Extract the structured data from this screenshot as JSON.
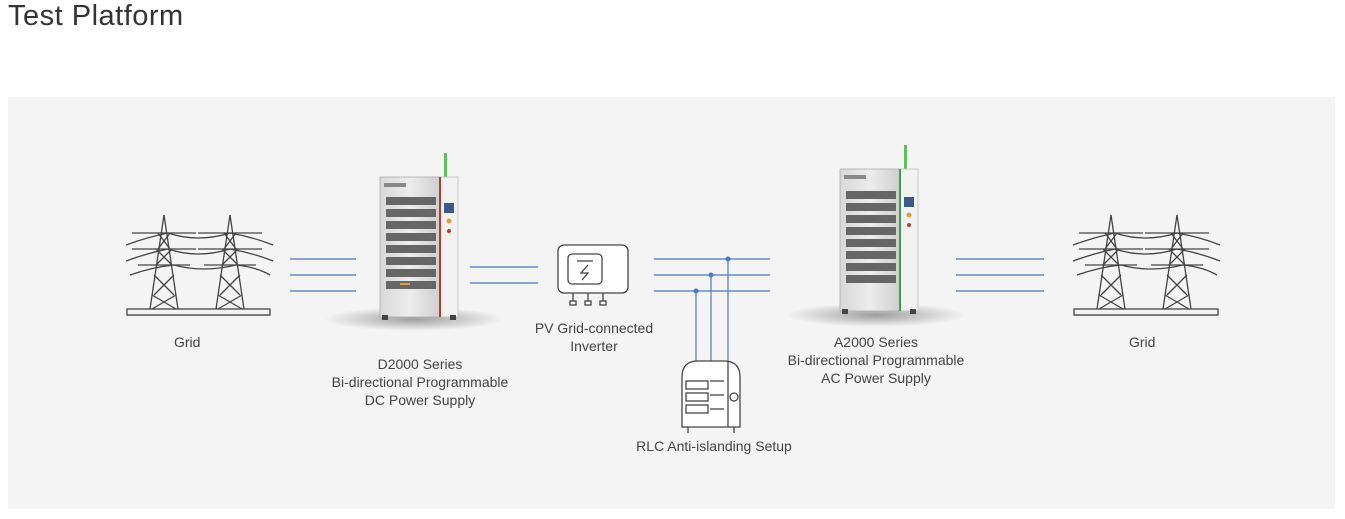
{
  "page": {
    "title": "Test Platform"
  },
  "diagram": {
    "grid_left": {
      "label": "Grid",
      "icon": "power-tower-icon"
    },
    "dc_supply": {
      "lines": [
        "D2000 Series",
        "Bi-directional Programmable",
        "DC Power Supply"
      ],
      "icon": "cabinet-icon"
    },
    "inverter": {
      "lines": [
        "PV Grid-connected",
        "Inverter"
      ],
      "icon": "inverter-icon"
    },
    "rlc": {
      "label": "RLC Anti-islanding Setup",
      "icon": "rlc-load-icon"
    },
    "ac_supply": {
      "lines": [
        "A2000 Series",
        "Bi-directional Programmable",
        "AC Power Supply"
      ],
      "icon": "cabinet-icon"
    },
    "grid_right": {
      "label": "Grid",
      "icon": "power-tower-icon"
    },
    "colors": {
      "line": "#4a78c0",
      "accent_red": "#c0392b",
      "accent_green": "#3aa04a",
      "panel_bg": "#f4f4f4"
    }
  }
}
